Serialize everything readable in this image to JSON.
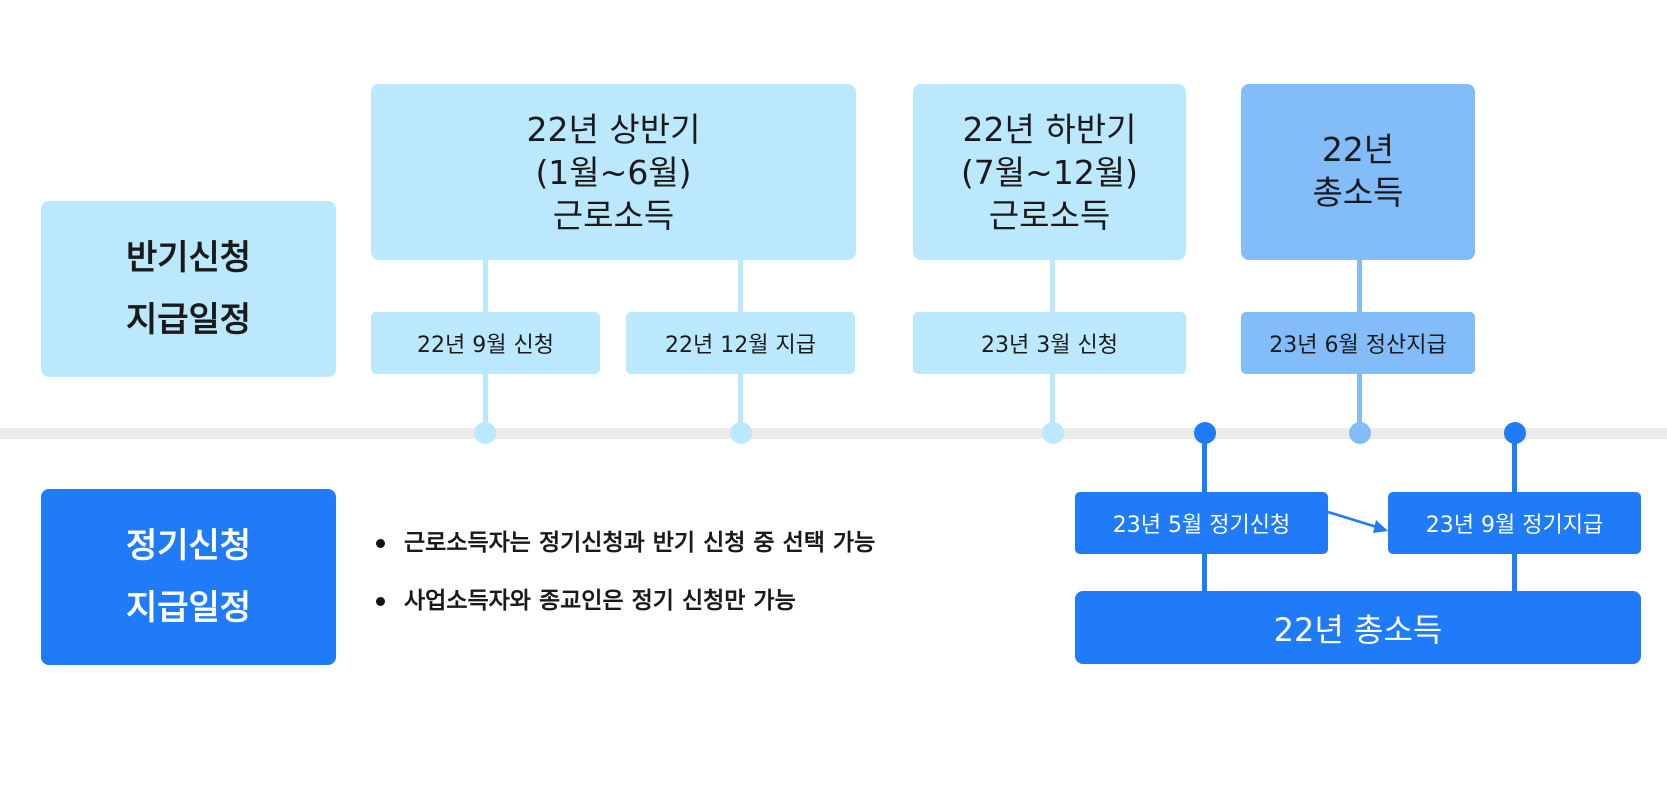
{
  "half_year": {
    "label_line1": "반기신청",
    "label_line2": "지급일정",
    "h1": {
      "line1": "22년 상반기",
      "line2": "(1월~6월)",
      "line3": "근로소득"
    },
    "h2": {
      "line1": "22년 하반기",
      "line2": "(7월~12월)",
      "line3": "근로소득"
    },
    "total": {
      "line1": "22년",
      "line2": "총소득"
    },
    "events": [
      "22년 9월 신청",
      "22년 12월 지급",
      "23년 3월 신청",
      "23년 6월 정산지급"
    ]
  },
  "regular": {
    "label_line1": "정기신청",
    "label_line2": "지급일정",
    "notes": [
      "근로소득자는 정기신청과 반기 신청 중 선택 가능",
      "사업소득자와 종교인은 정기 신청만 가능"
    ],
    "events": [
      "23년 5월 정기신청",
      "23년 9월 정기지급"
    ],
    "total": "22년 총소득"
  },
  "colors": {
    "light": "#bce8fd",
    "mid": "#82bdfa",
    "blue": "#1f7bf8",
    "timeline": "#ebebeb"
  }
}
